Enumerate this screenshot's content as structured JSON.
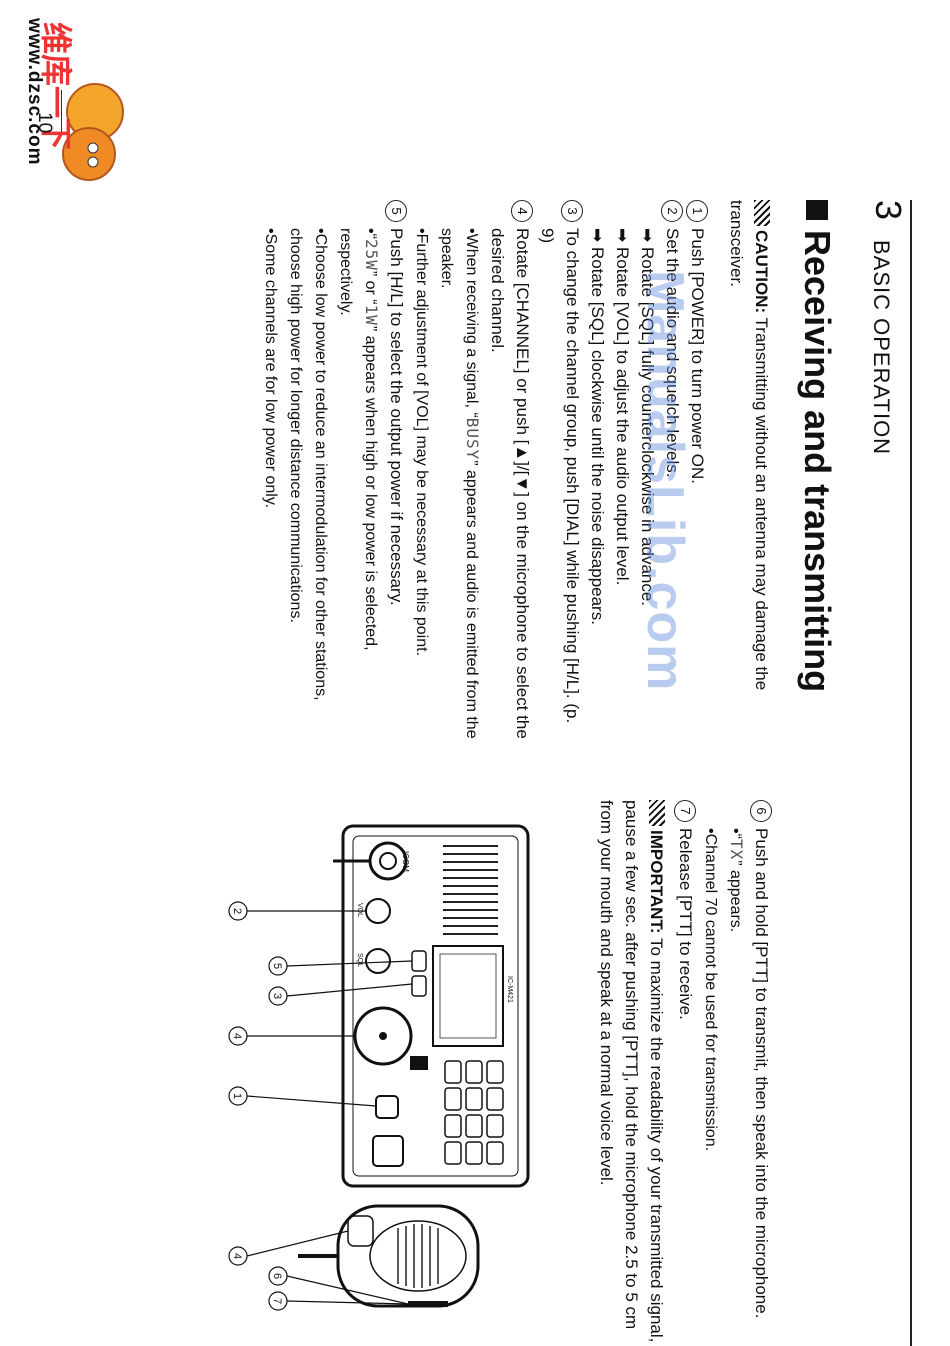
{
  "page_number": "10",
  "chapter": {
    "number": "3",
    "title": "BASIC OPERATION"
  },
  "section_title": "Receiving and transmitting",
  "caution": {
    "label": "CAUTION:",
    "text": " Transmitting without an antenna may damage the transceiver."
  },
  "steps_left": [
    {
      "n": "1",
      "text": "Push [POWER] to turn power ON."
    },
    {
      "n": "2",
      "text": "Set the audio and squelch levels."
    }
  ],
  "step2_subs": [
    "➡ Rotate [SQL] fully counterclockwise in advance.",
    "➡ Rotate [VOL] to adjust the audio output level.",
    "➡ Rotate [SQL] clockwise until the noise disappears."
  ],
  "step3": {
    "n": "3",
    "text": "To change the channel group, push [DIAL] while pushing [H/L]. (p. 9)"
  },
  "step4": {
    "n": "4",
    "text": "Rotate [CHANNEL] or push [▲]/[▼] on the microphone to select the desired channel."
  },
  "step4_subs": {
    "a_pre": "•When receiving a signal, “",
    "a_lcd": "BUSY",
    "a_post": "” appears and audio is emitted from the speaker.",
    "b": "•Further adjustment of [VOL] may be necessary at this point."
  },
  "step5": {
    "n": "5",
    "text": "Push [H/L] to select the output power if necessary."
  },
  "step5_subs": {
    "a_pre": "•“",
    "a_lcd1": "25W",
    "a_mid": "” or “",
    "a_lcd2": "1W",
    "a_post": "” appears when high or low power is selected, respectively.",
    "b": "•Choose low power to reduce an intermodulation for other stations, choose high power for longer distance communications.",
    "c": "•Some channels are for low power only."
  },
  "step6": {
    "n": "6",
    "text": "Push and hold [PTT] to transmit, then speak into the microphone."
  },
  "step6_subs": {
    "a_pre": "•“",
    "a_lcd": "TX",
    "a_post": "” appears.",
    "b": "•Channel 70 cannot be used for transmission."
  },
  "step7": {
    "n": "7",
    "text": "Release [PTT] to receive."
  },
  "important": {
    "label": "IMPORTANT:",
    "text": " To maximize the readability of your transmitted signal, pause a few sec. after pushing [PTT], hold the microphone 2.5 to 5 cm from your mouth and speak at a normal voice level."
  },
  "diagram_labels": {
    "brand": "ICOM",
    "model": "IC-M421",
    "knob_vol": "VOL",
    "knob_sql": "SQL",
    "callouts": [
      "5",
      "3",
      "2",
      "4",
      "1",
      "6",
      "7",
      "4"
    ]
  },
  "watermark": "ManualsLib.com",
  "logo": {
    "chinese": "维库一下",
    "url": "www.dzsc.com"
  }
}
